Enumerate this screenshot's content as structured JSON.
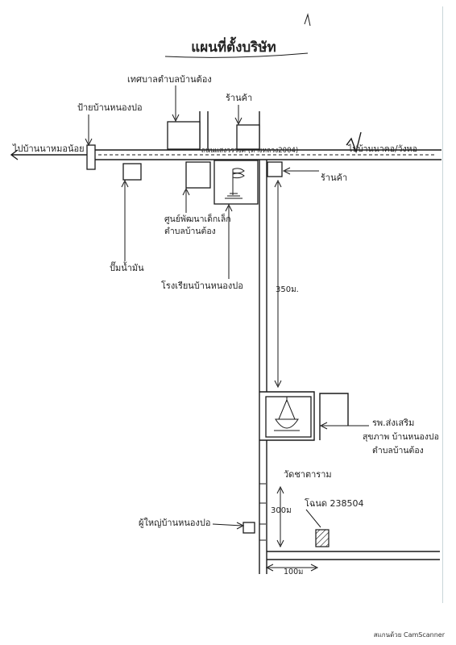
{
  "title": "แผนที่ตั้งบริษัท",
  "roads": {
    "main_road_label": "ถนนแสงวรวงศ์ (ทางหลวง2004)",
    "west_destination": "ไปบ้านนาหมอน้อย",
    "east_destination": "ไปบ้านนาคอ/วังหอ"
  },
  "labels": {
    "municipality": "เทศบาลตำบลบ้านต้อง",
    "ban_nong_po_sign": "ป้ายบ้านหนองปอ",
    "shop_north": "ร้านค้า",
    "shop_south": "ร้านค้า",
    "child_center": "ศูนย์พัฒนาเด็กเล็ก",
    "child_center_sub": "ตำบลบ้านต้อง",
    "gas_station": "ปั๊มน้ำมัน",
    "school": "โรงเรียนบ้านหนองปอ",
    "hospital": "รพ.ส่งเสริม",
    "hospital_sub": "สุขภาพ บ้านหนองปอ",
    "hospital_sub2": "ตำบลบ้านต้อง",
    "temple": "วัดชาตาราม",
    "deed": "โฉนด 238504",
    "village_head": "ผู้ใหญ่บ้านหนองปอ",
    "dist_350": "350ม.",
    "dist_300": "300ม",
    "dist_100": "100ม"
  },
  "footer": "สแกนด้วย CamScanner"
}
